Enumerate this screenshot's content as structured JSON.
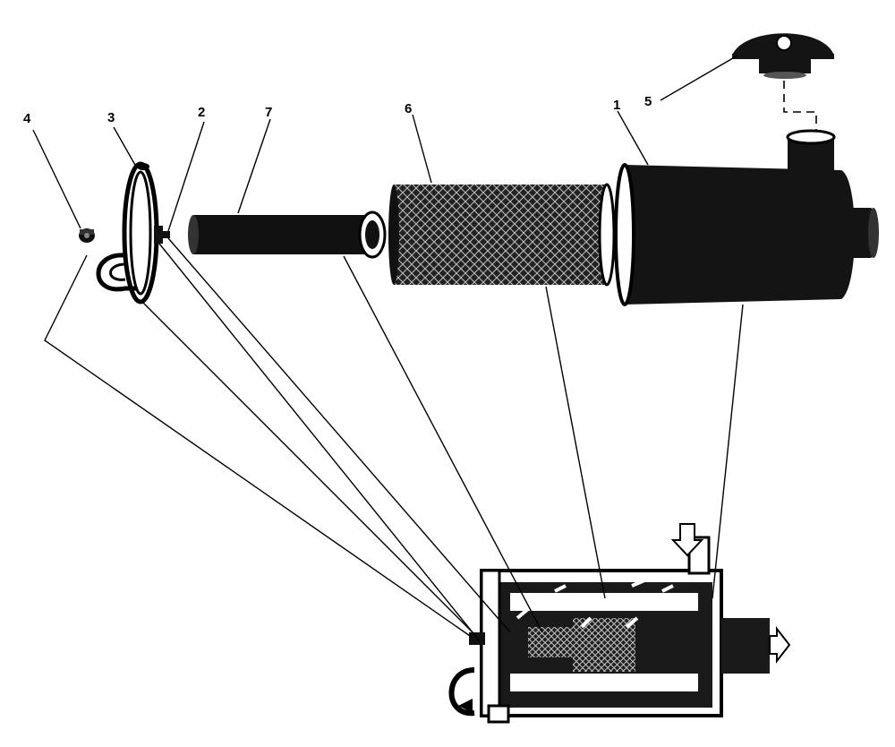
{
  "diagram": {
    "callouts": [
      {
        "id": "1",
        "label": "1"
      },
      {
        "id": "2",
        "label": "2"
      },
      {
        "id": "3",
        "label": "3"
      },
      {
        "id": "4",
        "label": "4"
      },
      {
        "id": "5",
        "label": "5"
      },
      {
        "id": "6",
        "label": "6"
      },
      {
        "id": "7",
        "label": "7"
      }
    ]
  },
  "colors": {
    "ink": "#000000",
    "paper": "#ffffff",
    "dark_fill": "#141414",
    "mesh_fill": "#2a2a2a"
  }
}
